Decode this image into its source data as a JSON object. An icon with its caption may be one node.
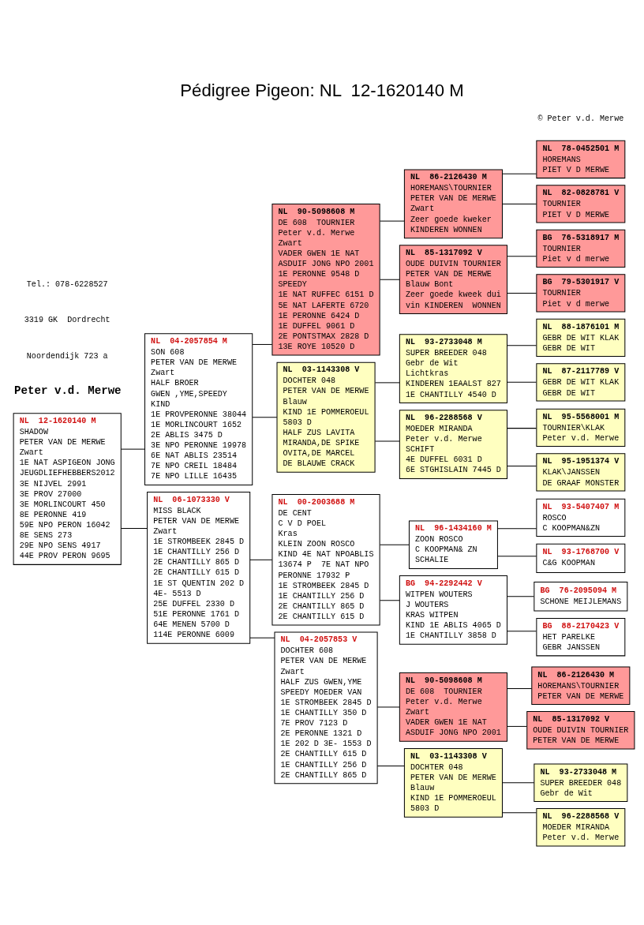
{
  "diagram": {
    "title": "Pédigree Pigeon: NL  12-1620140 M",
    "nodes": [
      {
        "text": [
          "NL  12-1620140 M",
          "SHADOW",
          "PETER VAN DE MERWE",
          "Zwart",
          "1E NAT ASPIGEON JONG",
          "JEUGDLIEFHEBBERS2012",
          "3E NIJVEL 2991",
          "3E PROV 27000",
          "3E MORLINCOURT 450",
          "8E PERONNE 419",
          "59E NPO PERON 16042",
          "8E SENS 273",
          "29E NPO SENS 4917",
          "44E PROV PERON 9695"
        ]
      },
      {
        "text": [
          "NL  04-2057854 M",
          "SON 608",
          "PETER VAN DE MERWE",
          "Zwart",
          "HALF BROER",
          "GWEN ,YME,SPEEDY",
          "KIND",
          "1E PROVPERONNE 38044",
          "1E MORLINCOURT 1652",
          "2E ABLIS 3475 D",
          "3E NPO PERONNE 19978",
          "6E NAT ABLIS 23514",
          "7E NPO CREIL 18484",
          "7E NPO LILLE 16435"
        ]
      },
      {
        "text": [
          "NL  06-1073330 V",
          "MISS BLACK",
          "PETER VAN DE MERWE",
          "Zwart",
          "1E STROMBEEK 2845 D",
          "1E CHANTILLY 256 D",
          "2E CHANTILLY 865 D",
          "2E CHANTILLY 615 D",
          "1E ST QUENTIN 202 D",
          "4E- 5513 D",
          "25E DUFFEL 2330 D",
          "51E PERONNE 1761 D",
          "64E MENEN 5700 D",
          "114E PERONNE 6009"
        ]
      },
      {
        "text": [
          "NL  90-5098608 M",
          "DE 608  TOURNIER",
          "Peter v.d. Merwe",
          "Zwart",
          "VADER GWEN 1E NAT",
          "ASDUIF JONG NPO 2001",
          "1E PERONNE 9548 D",
          "SPEEDY",
          "1E NAT RUFFEC 6151 D",
          "5E NAT LAFERTE 6720",
          "1E PERONNE 6424 D",
          "1E DUFFEL 9061 D",
          "2E PONTSTMAX 2828 D",
          "13E ROYE 10520 D"
        ]
      },
      {
        "text": [
          "NL  03-1143308 V",
          "DOCHTER 048",
          "PETER VAN DE MERWE",
          "Blauw",
          "KIND 1E POMMEROEUL",
          "5803 D",
          "HALF ZUS LAVITA",
          "MIRANDA,DE SPIKE",
          "OVITA,DE MARCEL",
          "DE BLAUWE CRACK"
        ]
      },
      {
        "text": [
          "NL  00-2003688 M",
          "DE CENT",
          "C V D POEL",
          "Kras",
          "KLEIN ZOON ROSCO",
          "KIND 4E NAT NPOABLIS",
          "13674 P  7E NAT NPO",
          "PERONNE 17932 P",
          "1E STROMBEEK 2845 D",
          "1E CHANTILLY 256 D",
          "2E CHANTILLY 865 D",
          "2E CHANTILLY 615 D"
        ]
      },
      {
        "text": [
          "NL  04-2057853 V",
          "DOCHTER 608",
          "PETER VAN DE MERWE",
          "Zwart",
          "HALF ZUS GWEN,YME",
          "SPEEDY MOEDER VAN",
          "1E STROMBEEK 2845 D",
          "1E CHANTILLY 350 D",
          "7E PROV 7123 D",
          "2E PERONNE 1321 D",
          "1E 202 D 3E- 1553 D",
          "2E CHANTILLY 615 D",
          "1E CHANTILLY 256 D",
          "2E CHANTILLY 865 D"
        ]
      },
      {
        "text": [
          "NL  86-2126430 M",
          "HOREMANS\\TOURNIER",
          "PETER VAN DE MERWE",
          "Zwart",
          "Zeer goede kweker",
          "KINDEREN WONNEN"
        ]
      },
      {
        "text": [
          "NL  85-1317092 V",
          "OUDE DUIVIN TOURNIER",
          "PETER VAN DE MERWE",
          "Blauw Bont",
          "Zeer goede kweek dui",
          "vin KINDEREN  WONNEN"
        ]
      },
      {
        "text": [
          "NL  93-2733048 M",
          "SUPER BREEDER 048",
          "Gebr de Wit",
          "Lichtkras",
          "KINDEREN 1EAALST 827",
          "1E CHANTILLY 4540 D"
        ]
      },
      {
        "text": [
          "NL  96-2288568 V",
          "MOEDER MIRANDA",
          "Peter v.d. Merwe",
          "SCHIFT",
          "4E DUFFEL 6031 D",
          "6E STGHISLAIN 7445 D"
        ]
      },
      {
        "text": [
          "NL  96-1434160 M",
          "ZOON ROSCO",
          "C KOOPMAN& ZN",
          "SCHALIE"
        ]
      },
      {
        "text": [
          "BG  94-2292442 V",
          "WITPEN WOUTERS",
          "J WOUTERS",
          "KRAS WITPEN",
          "KIND 1E ABLIS 4065 D",
          "1E CHANTILLY 3858 D"
        ]
      },
      {
        "text": [
          "NL  90-5098608 M",
          "DE 608  TOURNIER",
          "Peter v.d. Merwe",
          "Zwart",
          "VADER GWEN 1E NAT",
          "ASDUIF JONG NPO 2001"
        ]
      },
      {
        "text": [
          "NL  03-1143308 V",
          "DOCHTER 048",
          "PETER VAN DE MERWE",
          "Blauw",
          "KIND 1E POMMEROEUL",
          "5803 D"
        ]
      },
      {
        "text": [
          "NL  78-0452501 M",
          "HOREMANS",
          "PIET V D MERWE"
        ]
      },
      {
        "text": [
          "NL  82-0828781 V",
          "TOURNIER",
          "PIET V D MERWE"
        ]
      },
      {
        "text": [
          "BG  76-5318917 M",
          "TOURNIER",
          "Piet v d merwe"
        ]
      },
      {
        "text": [
          "BG  79-5301917 V",
          "TOURNIER",
          "Piet v d merwe"
        ]
      },
      {
        "text": [
          "NL  88-1876101 M",
          "GEBR DE WIT KLAK",
          "GEBR DE WIT"
        ]
      },
      {
        "text": [
          "NL  87-2117789 V",
          "GEBR DE WIT KLAK",
          "GEBR DE WIT"
        ]
      },
      {
        "text": [
          "NL  95-5568001 M",
          "TOURNIER\\KLAK",
          "Peter v.d. Merwe"
        ]
      },
      {
        "text": [
          "NL  95-1951374 V",
          "KLAK\\JANSSEN",
          "DE GRAAF MONSTER"
        ]
      },
      {
        "text": [
          "NL  93-5407407 M",
          "ROSCO",
          "C KOOPMAN&ZN"
        ]
      },
      {
        "text": [
          "NL  93-1768700 V",
          "C&G KOOPMAN"
        ]
      },
      {
        "text": [
          "BG  76-2095094 M",
          "SCHONE MEIJLEMANS"
        ]
      },
      {
        "text": [
          "BG  88-2170423 V",
          "HET PARELKE",
          "GEBR JANSSEN"
        ]
      },
      {
        "text": [
          "NL  86-2126430 M",
          "HOREMANS\\TOURNIER",
          "PETER VAN DE MERWE"
        ]
      },
      {
        "text": [
          "NL  85-1317092 V",
          "OUDE DUIVIN TOURNIER",
          "PETER VAN DE MERWE"
        ]
      },
      {
        "text": [
          "NL  93-2733048 M",
          "SUPER BREEDER 048",
          "Gebr de Wit"
        ]
      },
      {
        "text": [
          "NL  96-2288568 V",
          "MOEDER MIRANDA",
          "Peter v.d. Merwe"
        ]
      }
    ],
    "edges": [
      {
        "from": 0,
        "to": 1,
        "arrow": "none"
      },
      {
        "from": 0,
        "to": 2,
        "arrow": "none"
      },
      {
        "from": 1,
        "to": 3,
        "arrow": "none"
      },
      {
        "from": 1,
        "to": 4,
        "arrow": "none"
      },
      {
        "from": 2,
        "to": 5,
        "arrow": "none"
      },
      {
        "from": 2,
        "to": 6,
        "arrow": "none"
      },
      {
        "from": 3,
        "to": 7,
        "arrow": "none"
      },
      {
        "from": 3,
        "to": 8,
        "arrow": "none"
      },
      {
        "from": 4,
        "to": 9,
        "arrow": "none"
      },
      {
        "from": 4,
        "to": 10,
        "arrow": "none"
      },
      {
        "from": 5,
        "to": 11,
        "arrow": "none"
      },
      {
        "from": 5,
        "to": 12,
        "arrow": "none"
      },
      {
        "from": 6,
        "to": 13,
        "arrow": "none"
      },
      {
        "from": 6,
        "to": 14,
        "arrow": "none"
      },
      {
        "from": 7,
        "to": 15,
        "arrow": "none"
      },
      {
        "from": 7,
        "to": 16,
        "arrow": "none"
      },
      {
        "from": 8,
        "to": 17,
        "arrow": "none"
      },
      {
        "from": 8,
        "to": 18,
        "arrow": "none"
      },
      {
        "from": 9,
        "to": 19,
        "arrow": "none"
      },
      {
        "from": 9,
        "to": 20,
        "arrow": "none"
      },
      {
        "from": 10,
        "to": 21,
        "arrow": "none"
      },
      {
        "from": 10,
        "to": 22,
        "arrow": "none"
      },
      {
        "from": 11,
        "to": 23,
        "arrow": "none"
      },
      {
        "from": 11,
        "to": 24,
        "arrow": "none"
      },
      {
        "from": 12,
        "to": 25,
        "arrow": "none"
      },
      {
        "from": 12,
        "to": 26,
        "arrow": "none"
      },
      {
        "from": 13,
        "to": 27,
        "arrow": "none"
      },
      {
        "from": 13,
        "to": 28,
        "arrow": "none"
      },
      {
        "from": 14,
        "to": 29,
        "arrow": "none"
      },
      {
        "from": 14,
        "to": 30,
        "arrow": "none"
      }
    ],
    "labels": [
      "Peter v.d. Merwe",
      "Noordendijk 723 a",
      "3319 GK  Dordrecht",
      "Tel.: 078-6228527",
      "© Peter v.d. Merwe"
    ]
  }
}
